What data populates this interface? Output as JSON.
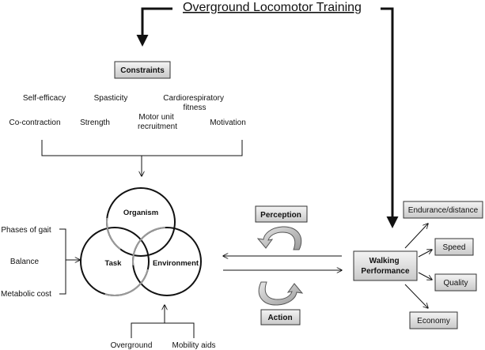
{
  "title": "Overground Locomotor Training",
  "constraints": {
    "heading": "Constraints",
    "items": [
      {
        "id": "self-efficacy",
        "lines": [
          "Self-efficacy"
        ]
      },
      {
        "id": "spasticity",
        "lines": [
          "Spasticity"
        ]
      },
      {
        "id": "cardiorespiratory-fitness",
        "lines": [
          "Cardiorespiratory",
          "fitness"
        ]
      },
      {
        "id": "co-contraction",
        "lines": [
          "Co-contraction"
        ]
      },
      {
        "id": "strength",
        "lines": [
          "Strength"
        ]
      },
      {
        "id": "motor-unit-recruitment",
        "lines": [
          "Motor unit",
          "recruitment"
        ]
      },
      {
        "id": "motivation",
        "lines": [
          "Motivation"
        ]
      }
    ]
  },
  "venn": {
    "top": "Organism",
    "left": "Task",
    "right": "Environment"
  },
  "task_inputs": [
    "Phases of gait",
    "Balance",
    "Metabolic cost"
  ],
  "environment_inputs": [
    "Overground",
    "Mobility aids"
  ],
  "perception": "Perception",
  "action": "Action",
  "walking_performance": [
    "Walking",
    "Performance"
  ],
  "outcomes": [
    "Endurance/distance",
    "Speed",
    "Quality",
    "Economy"
  ]
}
